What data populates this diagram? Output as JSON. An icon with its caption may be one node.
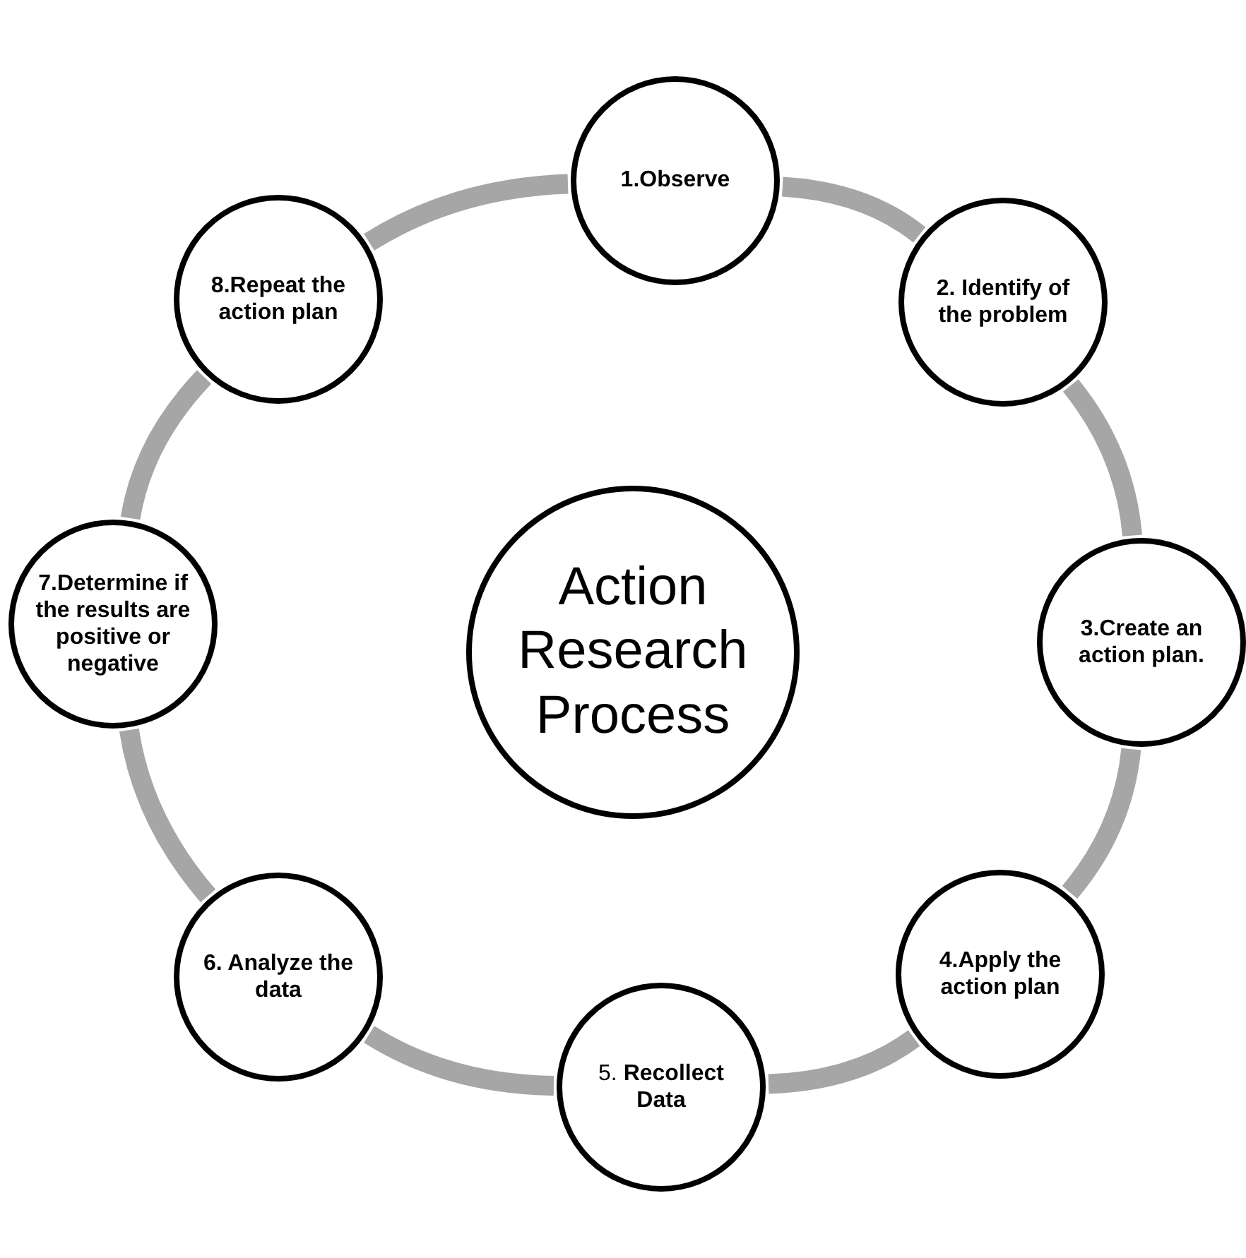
{
  "diagram": {
    "nodes": [
      {
        "text": [
          "Action Research Process"
        ]
      },
      {
        "text": [
          "1.Observe"
        ]
      },
      {
        "text": [
          "2. Identify of the problem"
        ]
      },
      {
        "text": [
          "3.Create an action plan."
        ]
      },
      {
        "text": [
          "4.Apply the action plan"
        ]
      },
      {
        "text": [
          "5. **Recollect Data**"
        ]
      },
      {
        "text": [
          "6. Analyze the data"
        ]
      },
      {
        "text": [
          "7.Determine if the results are positive or negative"
        ]
      },
      {
        "text": [
          "8.Repeat the action plan"
        ]
      }
    ],
    "edges": [
      {
        "from": 1,
        "to": 2,
        "arrow": "none"
      },
      {
        "from": 2,
        "to": 3,
        "arrow": "none"
      },
      {
        "from": 3,
        "to": 4,
        "arrow": "none"
      },
      {
        "from": 4,
        "to": 5,
        "arrow": "none"
      },
      {
        "from": 5,
        "to": 6,
        "arrow": "none"
      },
      {
        "from": 6,
        "to": 7,
        "arrow": "none"
      },
      {
        "from": 7,
        "to": 8,
        "arrow": "none"
      },
      {
        "from": 8,
        "to": 1,
        "arrow": "none"
      }
    ]
  }
}
